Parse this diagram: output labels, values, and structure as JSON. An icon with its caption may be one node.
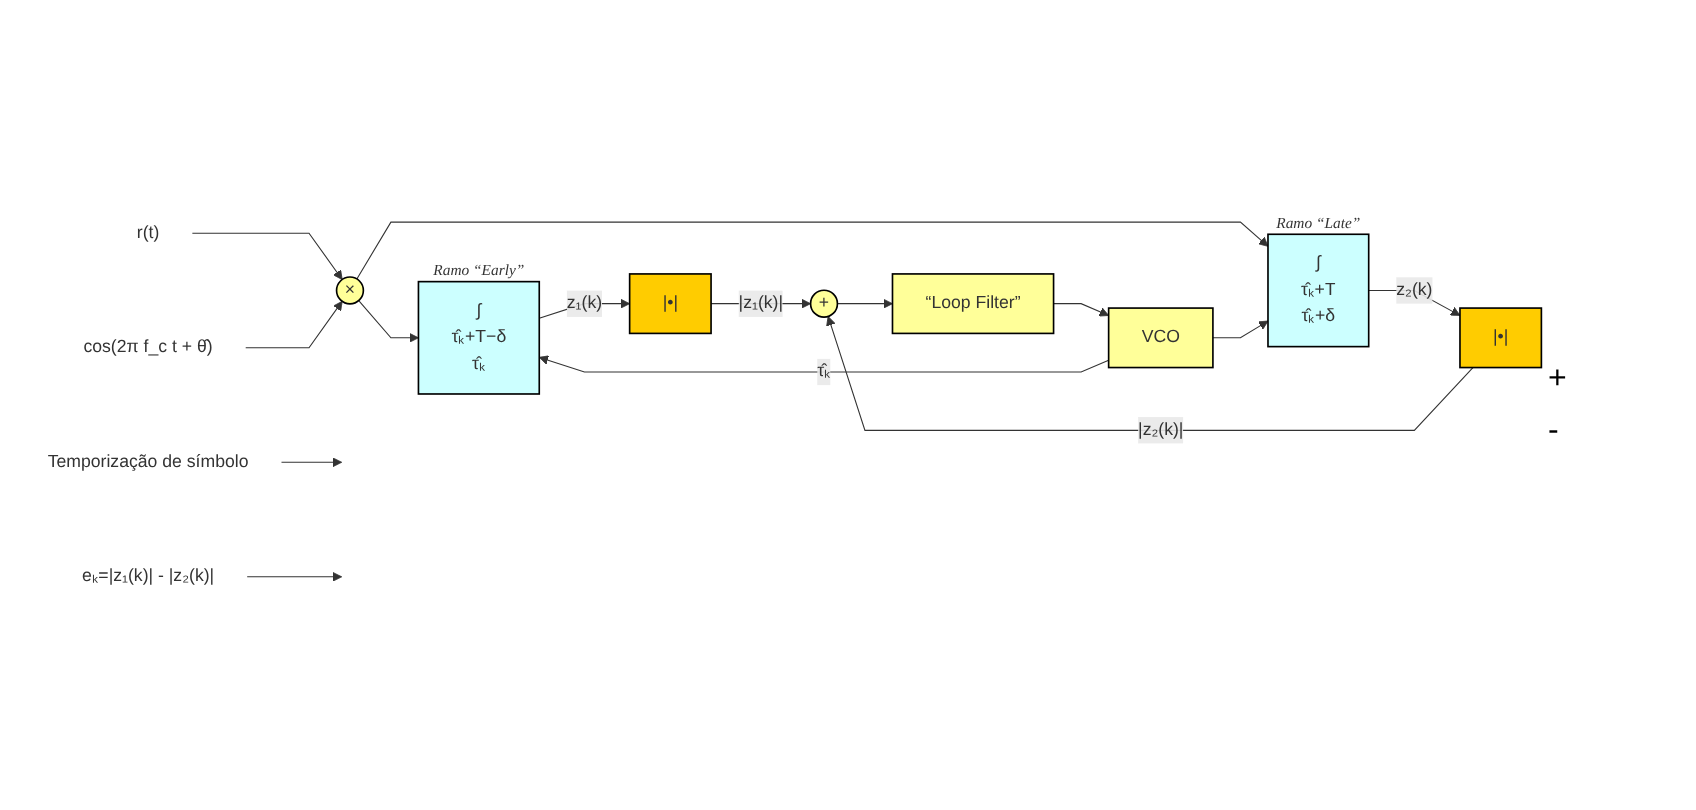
{
  "diagram": {
    "nodes": [
      {
        "text": [
          "r(t)"
        ]
      },
      {
        "text": [
          "×"
        ]
      },
      {
        "text": [
          "cos(2π f_c t + θ̂)"
        ]
      },
      {
        "text": [
          "∫",
          "τ̂ₖ+T−δ",
          "τ̂ₖ"
        ],
        "beside": [
          "Ramo “Early”"
        ]
      },
      {
        "text": [
          "|•|"
        ]
      },
      {
        "text": [
          "eₖ=|z₁(k)| - |z₂(k)|"
        ]
      },
      {
        "text": [
          "Temporização de símbolo"
        ]
      },
      {
        "text": [
          "VCO"
        ]
      },
      {
        "text": [
          "“Loop Filter”"
        ]
      },
      {
        "text": [
          "+"
        ]
      },
      {
        "text": [
          "∫",
          "τ̂ₖ+T",
          "τ̂ₖ+δ"
        ],
        "beside": [
          "Ramo “Late”"
        ]
      },
      {
        "text": [
          "|•|"
        ]
      }
    ],
    "edges": [
      {
        "from": 0,
        "to": 1,
        "arrow": "to"
      },
      {
        "from": 2,
        "to": 1,
        "arrow": "to"
      },
      {
        "from": 1,
        "to": 3,
        "arrow": "to"
      },
      {
        "from": 1,
        "to": 10,
        "arrow": "to"
      },
      {
        "from": 3,
        "to": 4,
        "arrow": "to",
        "label": "z₁(k)"
      },
      {
        "from": 4,
        "to": 9,
        "arrow": "to",
        "label": "|z₁(k)|"
      },
      {
        "from": 10,
        "to": 11,
        "arrow": "to",
        "label": "z₂(k)"
      },
      {
        "from": 11,
        "to": 9,
        "arrow": "to",
        "label": "|z₂(k)|"
      },
      {
        "from": 9,
        "to": 8,
        "arrow": "to"
      },
      {
        "from": 8,
        "to": 7,
        "arrow": "to"
      },
      {
        "from": 7,
        "to": 3,
        "arrow": "to",
        "label": "τ̂ₖ"
      },
      {
        "from": 7,
        "to": 10,
        "arrow": "to"
      },
      {
        "from": 6,
        "to": null,
        "arrow": "to"
      },
      {
        "from": 5,
        "to": null,
        "arrow": "to"
      }
    ],
    "labels": [
      "+",
      "-"
    ]
  }
}
